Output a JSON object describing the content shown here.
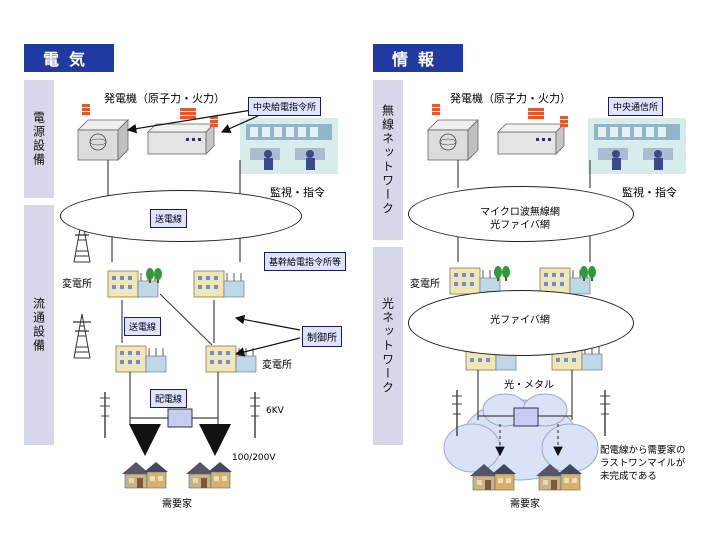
{
  "left": {
    "header": "電気",
    "band_power": "電源設備",
    "band_distribution": "流通設備",
    "generator_label": "発電機（原子力・火力）",
    "central_dispatch": "中央給電指令所",
    "monitor_label": "監視・指令",
    "transmission_1": "送電線",
    "substation_1": "変電所",
    "backbone_dispatch": "基幹給電指令所等",
    "transmission_2": "送電線",
    "control_center": "制御所",
    "substation_2": "変電所",
    "distribution_line": "配電線",
    "voltage_6kv": "6KV",
    "voltage_low": "100/200V",
    "consumer": "需要家"
  },
  "right": {
    "header": "情報",
    "band_wireless": "無線ネットワーク",
    "band_optical": "光ネットワーク",
    "generator_label": "発電機（原子力・火力）",
    "central_comm": "中央通信所",
    "monitor_label": "監視・指令",
    "microwave_line1": "マイクロ波無線網",
    "microwave_line2": "光ファイバ網",
    "substation": "変電所",
    "optical_net": "光ファイバ網",
    "optical_metal": "光・メタル",
    "note_line1": "配電線から需要家の",
    "note_line2": "ラストワンマイルが",
    "note_line3": "未完成である",
    "consumer": "需要家"
  },
  "colors": {
    "header_bg": "#1f3aa0",
    "band_bg": "#d7d7ea",
    "box_bg": "#dfe3ff",
    "cloud": "#d9e3f7",
    "building": "#f1e6b8"
  }
}
